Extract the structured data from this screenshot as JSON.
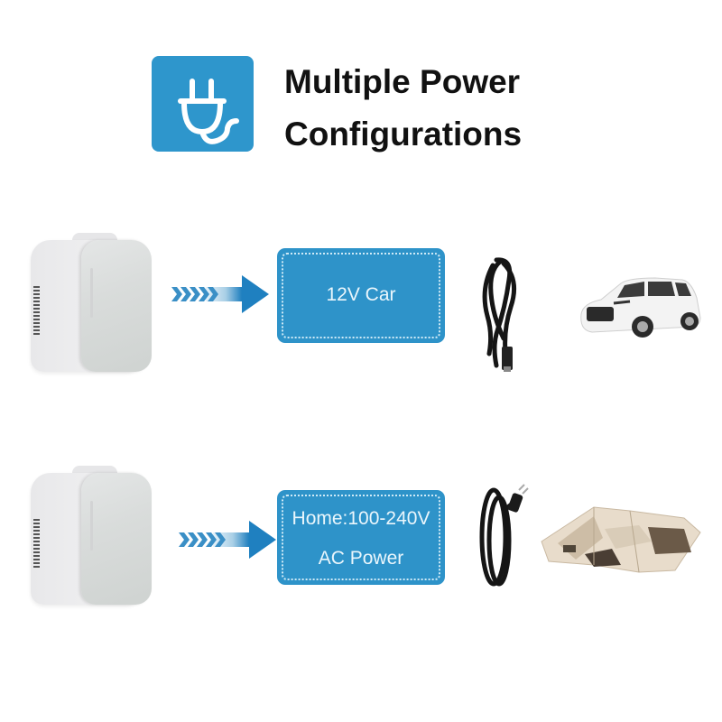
{
  "header": {
    "icon": "power-plug-icon",
    "title_line1": "Multiple Power",
    "title_line2": "Configurations",
    "accent_color": "#2e96cc"
  },
  "rows": [
    {
      "product": "mini-fridge",
      "arrow": "chevron-arrow-right",
      "label_lines": [
        "12V Car"
      ],
      "accessory": "12v-car-power-cable",
      "destination": "white-suv-car"
    },
    {
      "product": "mini-fridge",
      "arrow": "chevron-arrow-right",
      "label_lines": [
        "Home:100-240V",
        "AC Power"
      ],
      "accessory": "ac-power-cord",
      "destination": "home-floor-plan-model"
    }
  ],
  "colors": {
    "box_blue": "#2e93c9",
    "box_text": "#eaf6fc",
    "title_text": "#111111"
  }
}
